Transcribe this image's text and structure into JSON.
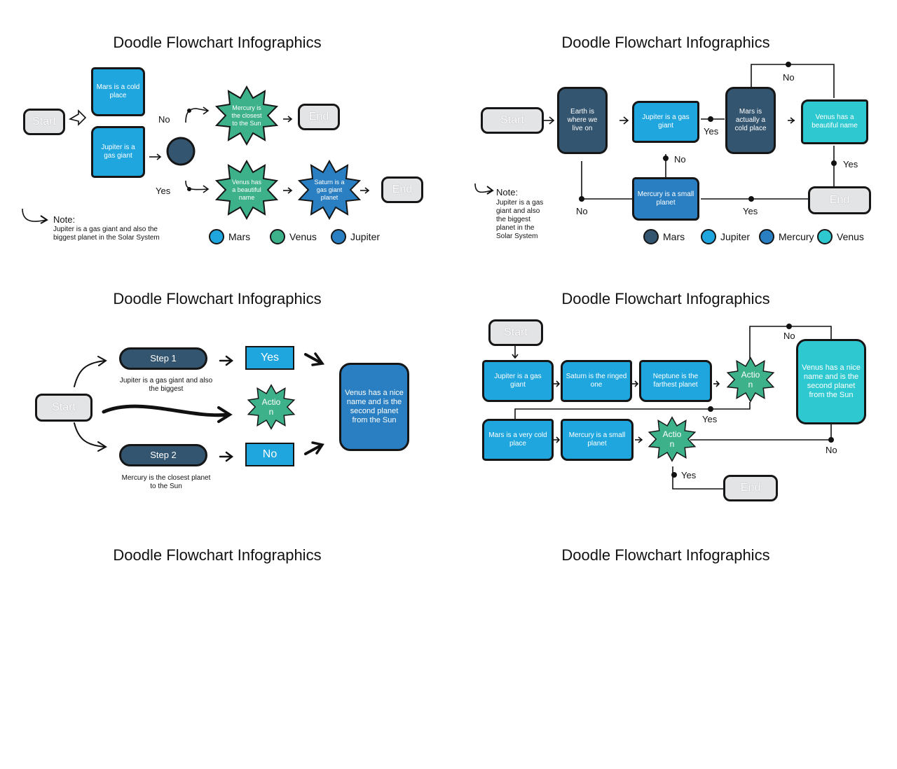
{
  "colors": {
    "blue": "#1fa6df",
    "navy": "#34556f",
    "teal": "#2ec8d0",
    "royal": "#2a7fc2",
    "green": "#3db18a",
    "grey": "#e4e5e7"
  },
  "slide1": {
    "title": "Doodle Flowchart Infographics",
    "start": "Start",
    "box_mars": "Mars is a cold place",
    "box_jupiter": "Jupiter is a gas giant",
    "label_no": "No",
    "label_yes": "Yes",
    "star_mercury": "Mercury is the closest to the Sun",
    "star_venus": "Venus has a beautiful name",
    "star_saturn": "Saturn is a gas giant planet",
    "end_top": "End",
    "end_bottom": "End",
    "note_title": "Note:",
    "note_text": "Jupiter is a gas giant and also the biggest planet in the Solar System",
    "legend": [
      "Mars",
      "Venus",
      "Jupiter"
    ]
  },
  "slide2": {
    "title": "Doodle Flowchart Infographics",
    "start": "Start",
    "box_earth": "Earth is where we live on",
    "box_jupiter": "Jupiter is a gas giant",
    "box_mars": "Mars is actually a cold place",
    "box_venus": "Venus has a beautiful name",
    "box_mercury": "Mercury is a small planet",
    "end": "End",
    "label_no_top": "No",
    "label_yes_mid": "Yes",
    "label_no_mid": "No",
    "label_yes_right": "Yes",
    "label_no_bottom": "No",
    "label_yes_bottom": "Yes",
    "note_title": "Note:",
    "note_text": "Jupiter is a gas giant and also the biggest planet in the Solar System",
    "legend": [
      "Mars",
      "Jupiter",
      "Mercury",
      "Venus"
    ]
  },
  "slide3": {
    "title": "Doodle Flowchart Infographics",
    "start": "Start",
    "step1": "Step 1",
    "step1_caption": "Jupiter is a gas giant and also the biggest",
    "step2": "Step 2",
    "step2_caption": "Mercury is the closest planet to the Sun",
    "yes": "Yes",
    "no": "No",
    "action": "Actio n",
    "venus": "Venus has a nice name and is the second planet from the Sun"
  },
  "slide4": {
    "title": "Doodle Flowchart Infographics",
    "start": "Start",
    "box_jupiter": "Jupiter is a gas giant",
    "box_saturn": "Saturn is the ringed one",
    "box_neptune": "Neptune is the farthest planet",
    "action_top": "Actio n",
    "box_venus": "Venus has a nice name and is the second planet from the Sun",
    "box_mars": "Mars is a very cold place",
    "box_mercury": "Mercury is a small planet",
    "action_bottom": "Actio n",
    "end": "End",
    "label_no_top": "No",
    "label_yes_mid": "Yes",
    "label_no_right": "No",
    "label_yes_bottom": "Yes"
  },
  "slide5": {
    "title": "Doodle Flowchart Infographics"
  },
  "slide6": {
    "title": "Doodle Flowchart Infographics"
  }
}
